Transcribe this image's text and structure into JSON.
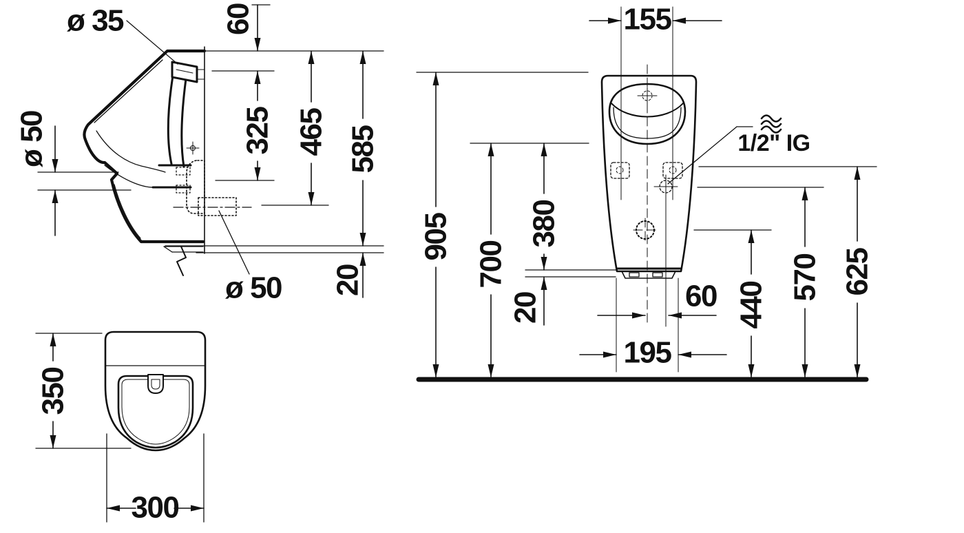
{
  "colors": {
    "ink": "#111111",
    "background": "#ffffff"
  },
  "views": {
    "side": {
      "dims": {
        "spud_diameter": "ø 35",
        "top_inset": "60",
        "spud_to_rim": "325",
        "outlet_height": "465",
        "overall_height": "585",
        "bottom_lip": "20",
        "outlet_dia_section": "ø 50",
        "outlet_dia_pipe": "ø 50"
      }
    },
    "plan": {
      "dims": {
        "depth": "350",
        "width": "300"
      }
    },
    "front": {
      "dims": {
        "top_width": "155",
        "install_height": "905",
        "rim_height": "700",
        "rim_to_base": "380",
        "base_lip": "20",
        "inlet_offset": "60",
        "base_span": "195",
        "siphon_height": "440",
        "inlet_height": "570",
        "sensor_height": "625"
      },
      "water_supply": {
        "icon": "water-waves-icon",
        "label": "1/2\" IG"
      }
    }
  }
}
